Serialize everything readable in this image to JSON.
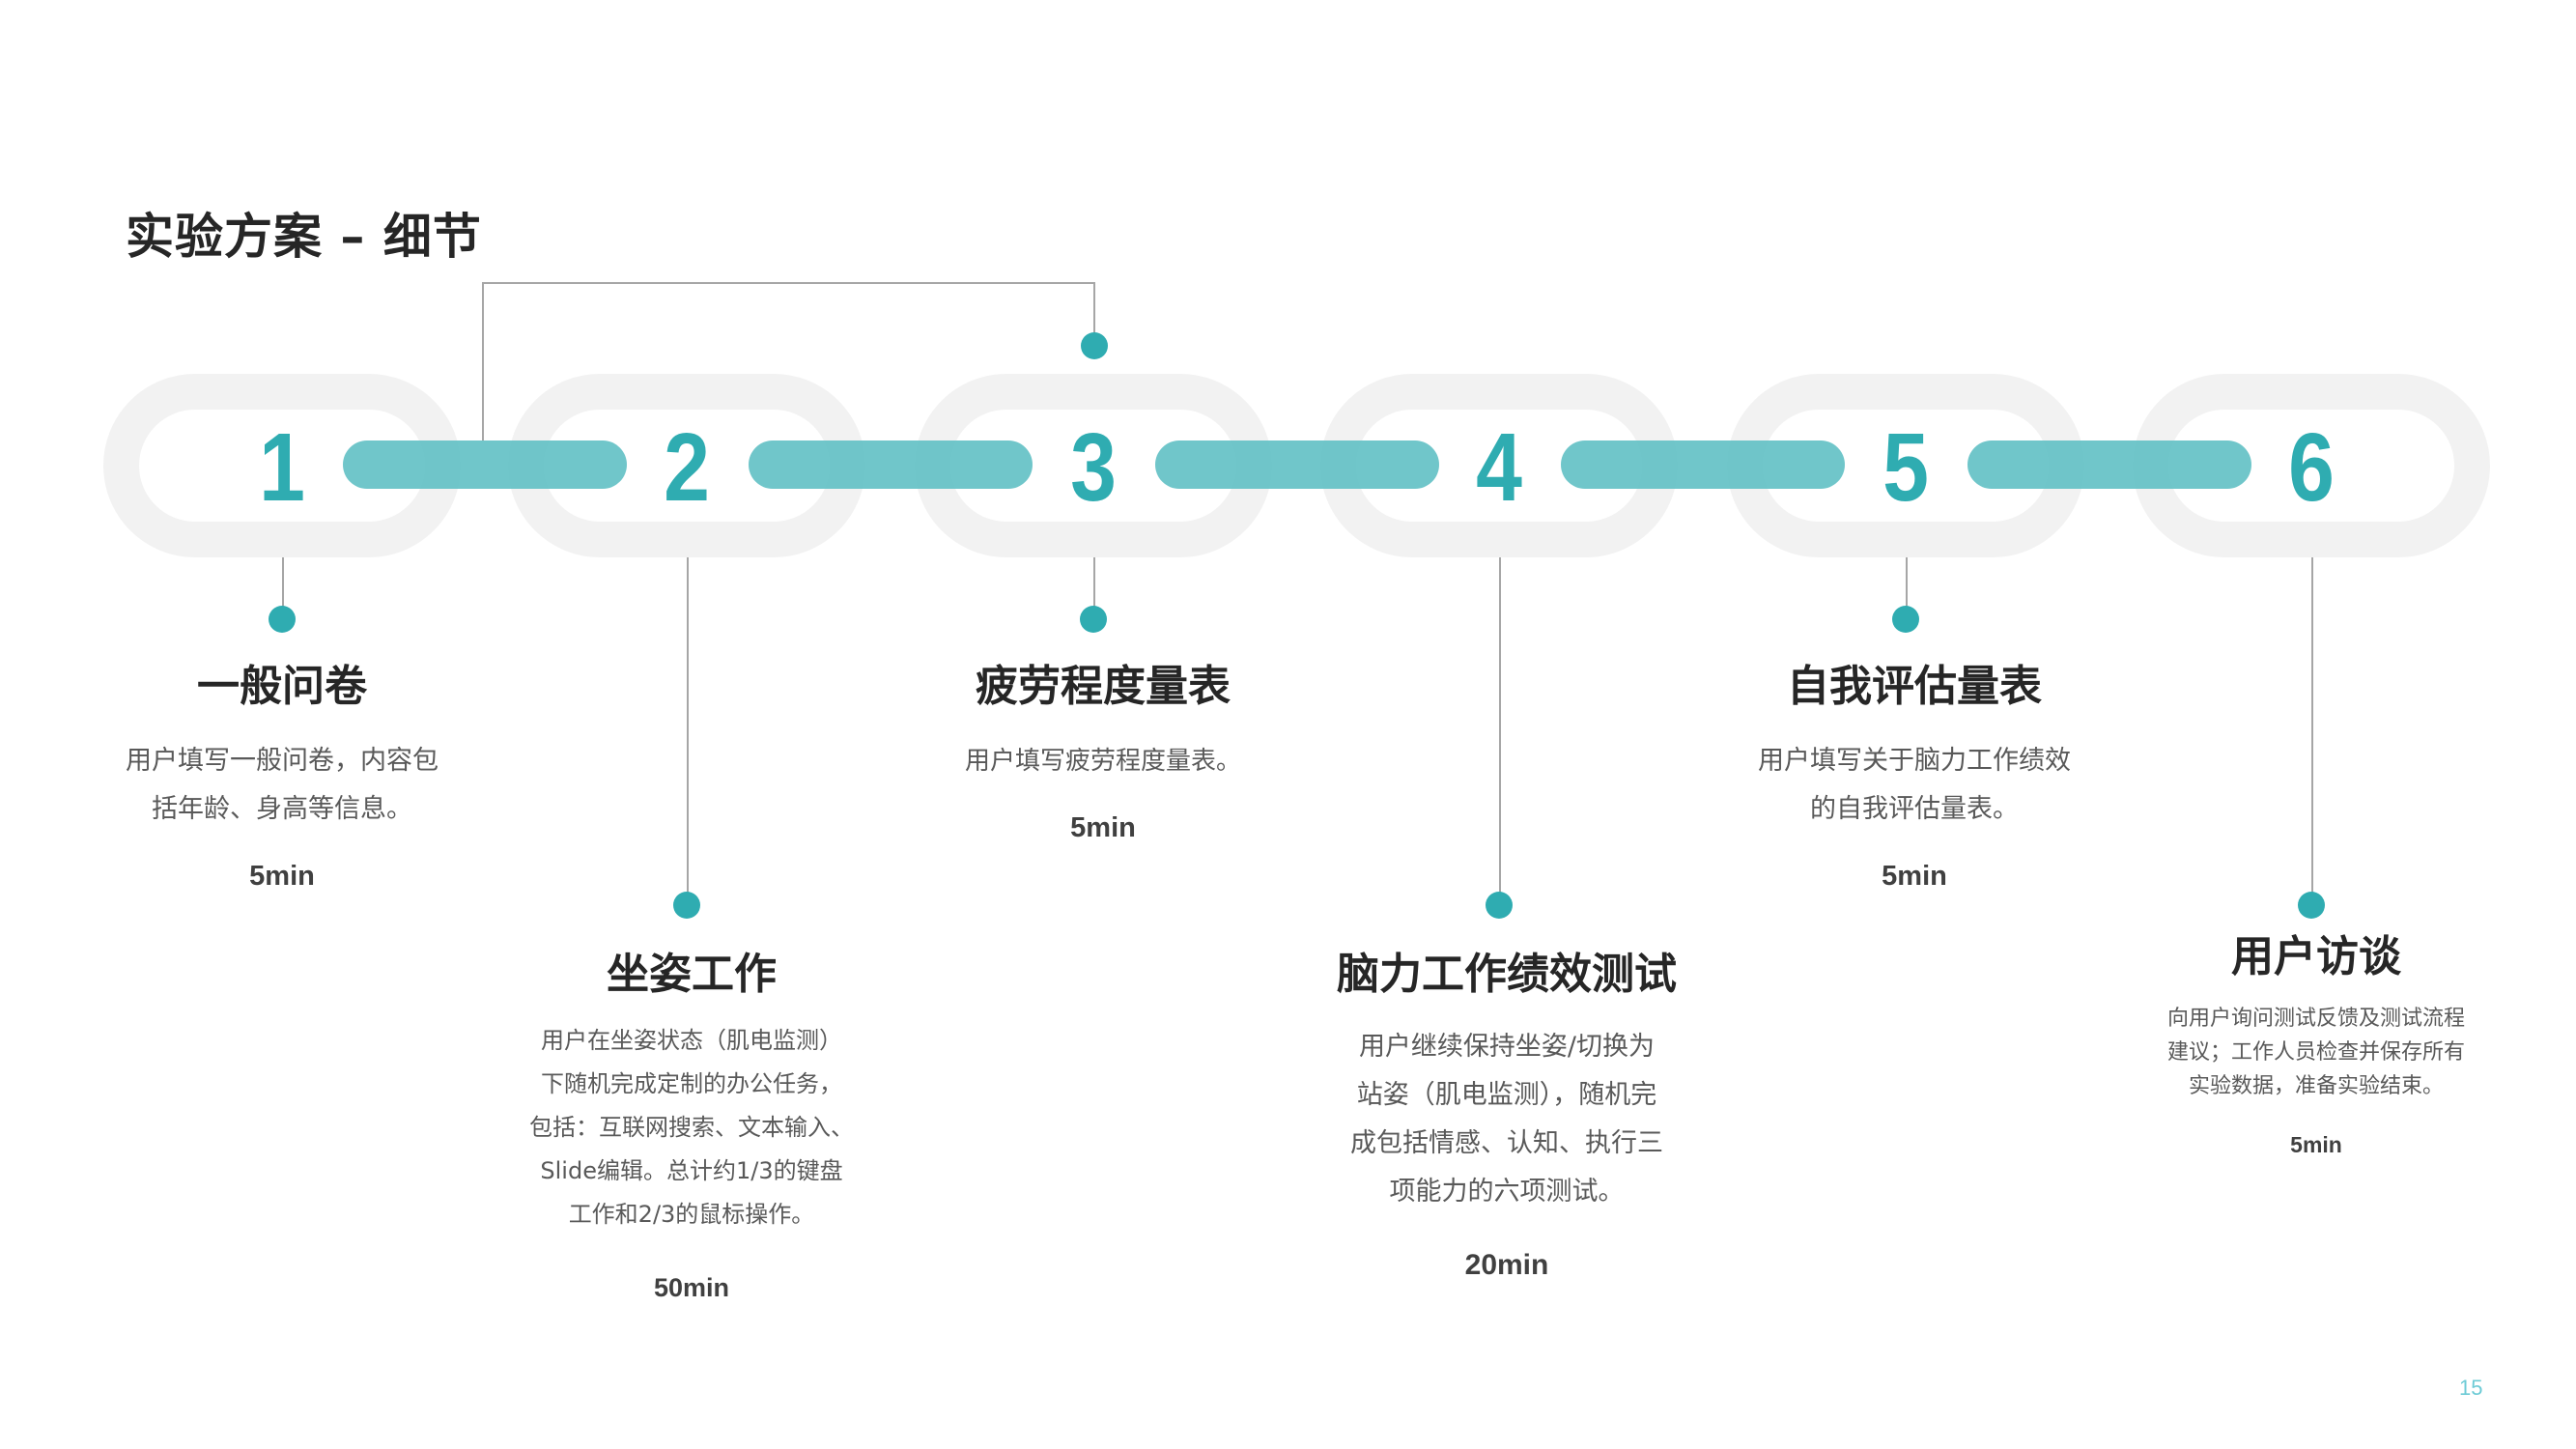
{
  "page": {
    "title": "实验方案 – 细节",
    "page_number": "15"
  },
  "colors": {
    "accent": "#2FACB1",
    "bar": "#6EC5C8",
    "ring": "#F2F2F2",
    "connector": "#A6A6A6",
    "title_text": "#262626",
    "body_text": "#595959",
    "page_number": "#6DCBD6"
  },
  "chain": {
    "numbers": [
      "1",
      "2",
      "3",
      "4",
      "5",
      "6"
    ]
  },
  "steps": [
    {
      "number": "1",
      "title": "一般问卷",
      "description": "用户填写一般问卷，内容包\n括年龄、身高等信息。",
      "duration": "5min",
      "position": "below-top"
    },
    {
      "number": "2",
      "title": "坐姿工作",
      "description": "用户在坐姿状态（肌电监测）\n下随机完成定制的办公任务，\n包括：互联网搜索、文本输入、\nSlide编辑。总计约1/3的键盘\n工作和2/3的鼠标操作。",
      "duration": "50min",
      "position": "below-bottom"
    },
    {
      "number": "3",
      "title": "疲劳程度量表",
      "description": "用户填写疲劳程度量表。",
      "duration": "5min",
      "position": "below-top"
    },
    {
      "number": "4",
      "title": "脑力工作绩效测试",
      "description": "用户继续保持坐姿/切换为\n站姿（肌电监测），随机完\n成包括情感、认知、执行三\n项能力的六项测试。",
      "duration": "20min",
      "position": "below-bottom"
    },
    {
      "number": "5",
      "title": "自我评估量表",
      "description": "用户填写关于脑力工作绩效\n的自我评估量表。",
      "duration": "5min",
      "position": "below-top"
    },
    {
      "number": "6",
      "title": "用户访谈",
      "description": "向用户询问测试反馈及测试流程\n建议；工作人员检查并保存所有\n实验数据，准备实验结束。",
      "duration": "5min",
      "position": "below-bottom"
    }
  ]
}
